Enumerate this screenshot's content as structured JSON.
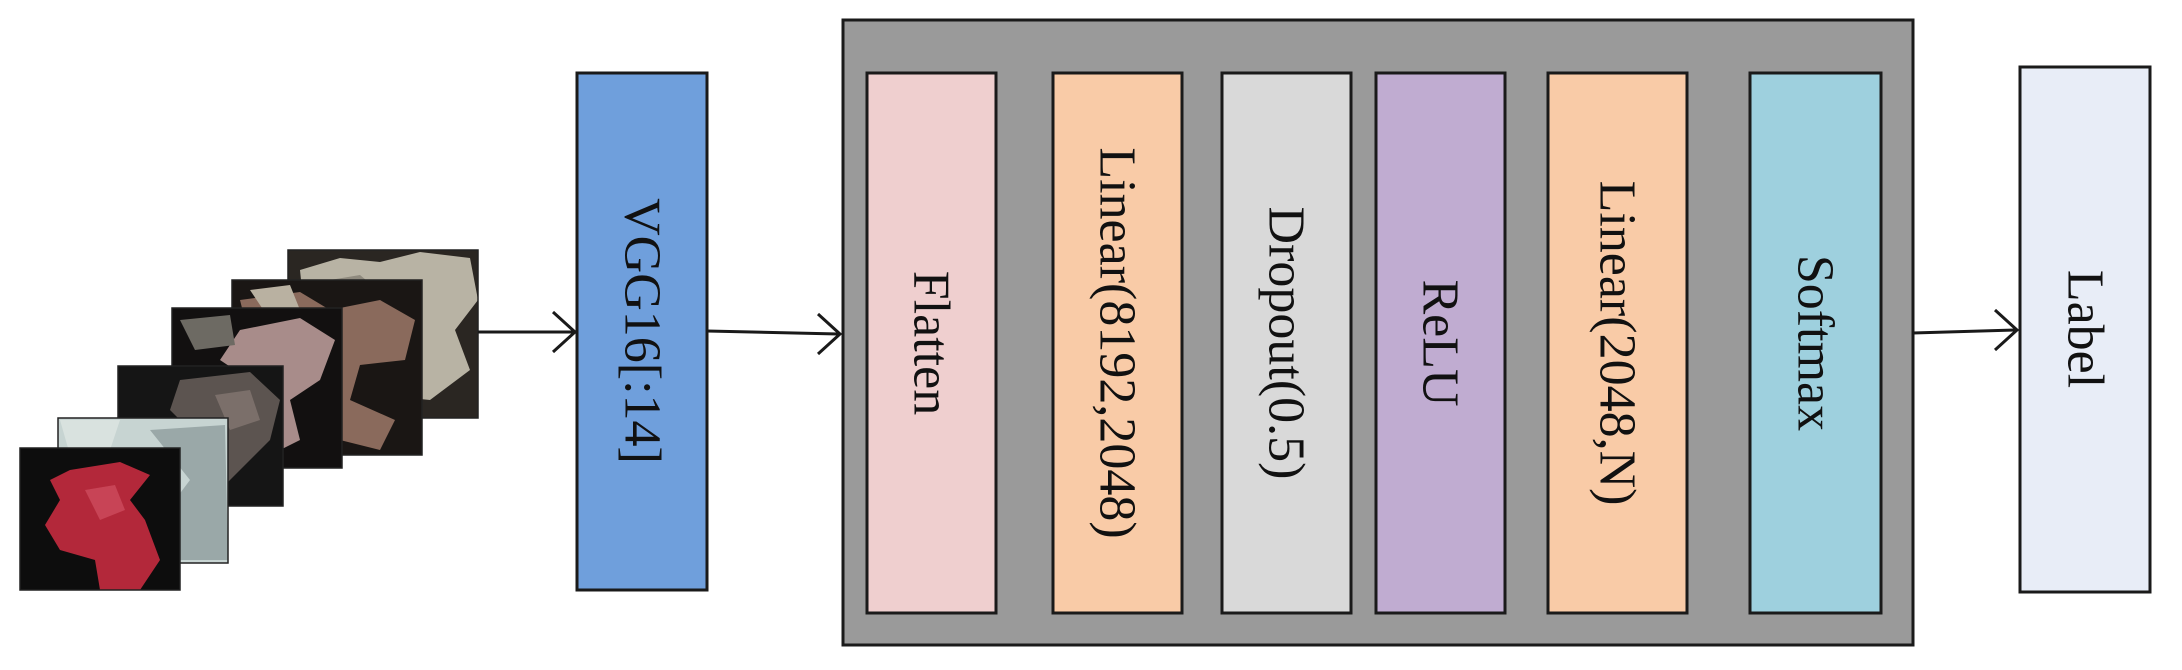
{
  "diagram": {
    "input_images": {
      "count": 6,
      "tiles": [
        {
          "name": "tile-6",
          "bg": "#2a2622",
          "blob": "#b8b3a4"
        },
        {
          "name": "tile-5",
          "bg": "#1a1614",
          "blob": "#8a6a5c"
        },
        {
          "name": "tile-4",
          "bg": "#121010",
          "blob": "#a88c8a"
        },
        {
          "name": "tile-3",
          "bg": "#151515",
          "blob": "#5c5450"
        },
        {
          "name": "tile-2",
          "bg": "#c7d4d2",
          "blob": "#9aa8a8"
        },
        {
          "name": "tile-1",
          "bg": "#0d0d0d",
          "blob": "#b3283a"
        }
      ]
    },
    "backbone": {
      "label": "VGG16[:14]",
      "color": "#6f9fdc"
    },
    "classifier": {
      "container_color": "#9a9a9a",
      "layers": [
        {
          "key": "flatten",
          "label": "Flatten",
          "color": "#efcfcf"
        },
        {
          "key": "linear1",
          "label": "Linear(8192,2048)",
          "color": "#f9cba7"
        },
        {
          "key": "dropout",
          "label": "Dropout(0.5)",
          "color": "#d9d9d9"
        },
        {
          "key": "relu",
          "label": "ReLU",
          "color": "#c0acd1"
        },
        {
          "key": "linear2",
          "label": "Linear(2048,N)",
          "color": "#f9cba7"
        },
        {
          "key": "softmax",
          "label": "Softmax",
          "color": "#9ed0de"
        }
      ]
    },
    "output": {
      "label": "Label",
      "color": "#e8edf7"
    }
  }
}
